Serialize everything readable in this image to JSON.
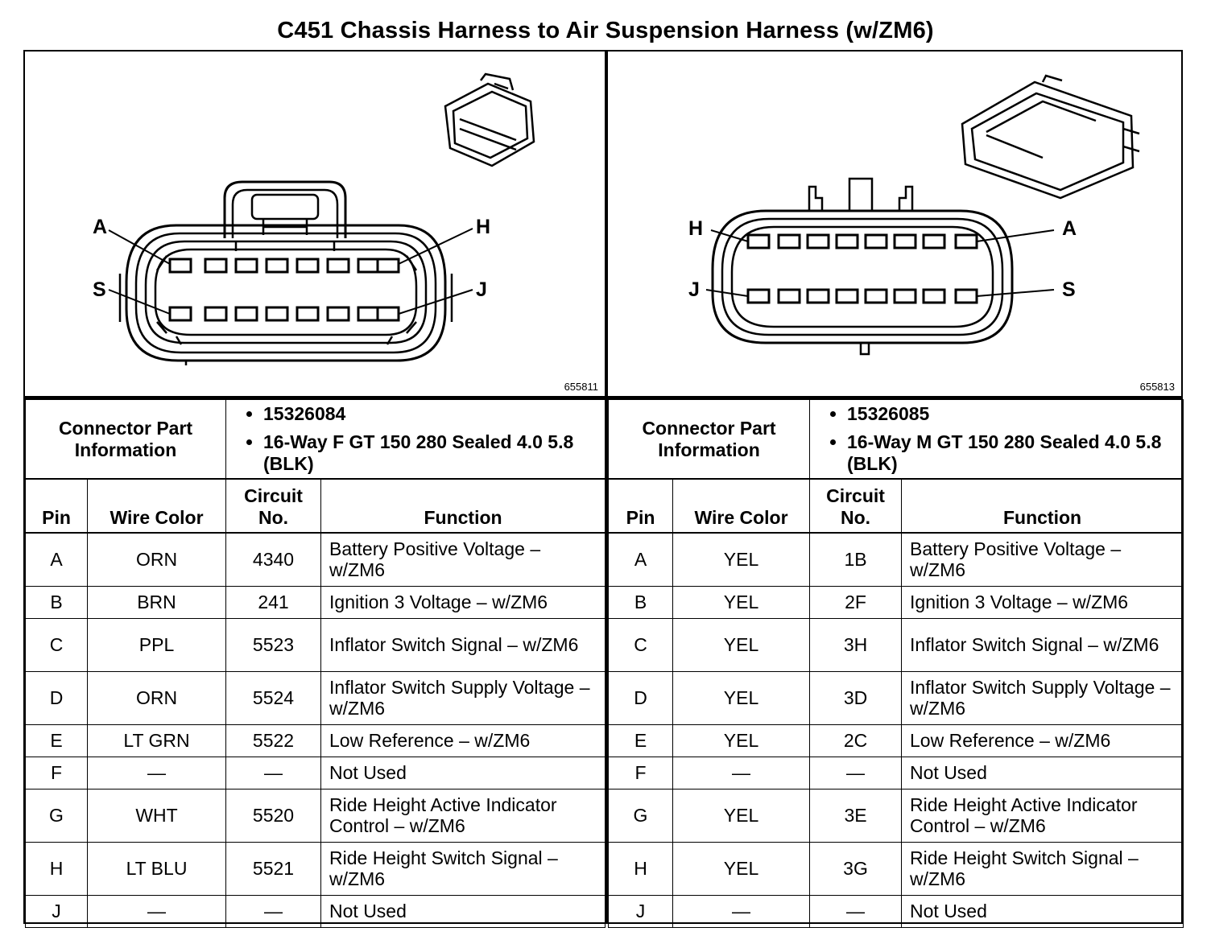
{
  "title": "C451 Chassis Harness to Air Suspension Harness (w/ZM6)",
  "connectors": [
    {
      "figure_number": "655811",
      "pin_labels": {
        "top_left": "A",
        "top_right": "H",
        "bottom_left": "S",
        "bottom_right": "J"
      },
      "info_label": "Connector Part Information",
      "part_info": [
        "15326084",
        "16-Way F GT 150 280 Sealed 4.0 5.8 (BLK)"
      ],
      "columns": [
        "Pin",
        "Wire Color",
        "Circuit No.",
        "Function"
      ],
      "rows": [
        {
          "pin": "A",
          "color": "ORN",
          "circuit": "4340",
          "function": "Battery Positive Voltage – w/ZM6"
        },
        {
          "pin": "B",
          "color": "BRN",
          "circuit": "241",
          "function": "Ignition 3 Voltage – w/ZM6"
        },
        {
          "pin": "C",
          "color": "PPL",
          "circuit": "5523",
          "function": "Inflator Switch Signal – w/ZM6"
        },
        {
          "pin": "D",
          "color": "ORN",
          "circuit": "5524",
          "function": "Inflator Switch Supply Voltage – w/ZM6"
        },
        {
          "pin": "E",
          "color": "LT GRN",
          "circuit": "5522",
          "function": "Low Reference – w/ZM6"
        },
        {
          "pin": "F",
          "color": "—",
          "circuit": "—",
          "function": "Not Used"
        },
        {
          "pin": "G",
          "color": "WHT",
          "circuit": "5520",
          "function": "Ride Height Active Indicator Control – w/ZM6"
        },
        {
          "pin": "H",
          "color": "LT BLU",
          "circuit": "5521",
          "function": "Ride Height Switch Signal – w/ZM6"
        },
        {
          "pin": "J",
          "color": "—",
          "circuit": "—",
          "function": "Not Used"
        }
      ]
    },
    {
      "figure_number": "655813",
      "pin_labels": {
        "top_left": "H",
        "top_right": "A",
        "bottom_left": "J",
        "bottom_right": "S"
      },
      "info_label": "Connector Part Information",
      "part_info": [
        "15326085",
        "16-Way M GT 150 280 Sealed 4.0 5.8 (BLK)"
      ],
      "columns": [
        "Pin",
        "Wire Color",
        "Circuit No.",
        "Function"
      ],
      "rows": [
        {
          "pin": "A",
          "color": "YEL",
          "circuit": "1B",
          "function": "Battery Positive Voltage – w/ZM6"
        },
        {
          "pin": "B",
          "color": "YEL",
          "circuit": "2F",
          "function": "Ignition 3 Voltage – w/ZM6"
        },
        {
          "pin": "C",
          "color": "YEL",
          "circuit": "3H",
          "function": "Inflator Switch Signal – w/ZM6"
        },
        {
          "pin": "D",
          "color": "YEL",
          "circuit": "3D",
          "function": "Inflator Switch Supply Voltage – w/ZM6"
        },
        {
          "pin": "E",
          "color": "YEL",
          "circuit": "2C",
          "function": "Low Reference – w/ZM6"
        },
        {
          "pin": "F",
          "color": "—",
          "circuit": "—",
          "function": "Not Used"
        },
        {
          "pin": "G",
          "color": "YEL",
          "circuit": "3E",
          "function": "Ride Height Active Indicator Control – w/ZM6"
        },
        {
          "pin": "H",
          "color": "YEL",
          "circuit": "3G",
          "function": "Ride Height Switch Signal – w/ZM6"
        },
        {
          "pin": "J",
          "color": "—",
          "circuit": "—",
          "function": "Not Used"
        }
      ]
    }
  ]
}
